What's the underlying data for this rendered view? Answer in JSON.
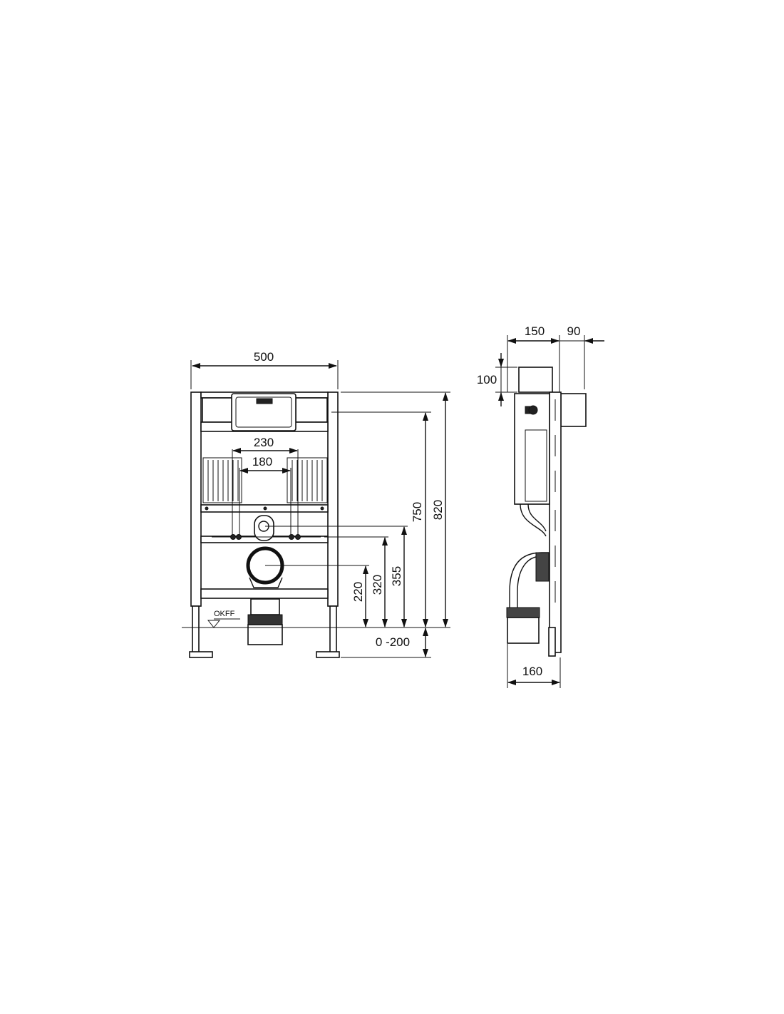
{
  "front_view": {
    "width_label": "500",
    "cistern_spacing_outer": "230",
    "cistern_spacing_inner": "180",
    "height_total": "820",
    "height_cistern": "750",
    "height_flush": "355",
    "height_bolts": "320",
    "height_drain": "220",
    "leg_adjust": "0 -200",
    "floor_label": "OKFF"
  },
  "side_view": {
    "depth_cistern": "150",
    "depth_panel": "90",
    "top_offset": "100",
    "drain_depth": "160"
  },
  "colors": {
    "line": "#111111",
    "background": "#ffffff"
  }
}
